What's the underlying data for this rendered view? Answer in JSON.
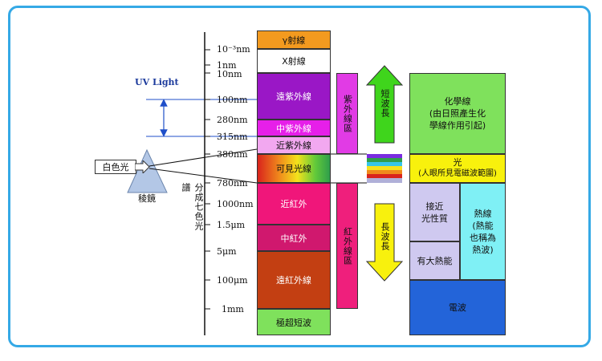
{
  "wavelength_ticks": [
    "10⁻³nm",
    "1nm",
    "10nm",
    "100nm",
    "280nm",
    "315nm",
    "380nm",
    "780nm",
    "1000nm",
    "1.5μm",
    "5μm",
    "100μm",
    "1mm"
  ],
  "uv_light_label": "UV Light",
  "white_light_label": "白色光",
  "prism_label": "稜鏡",
  "seven_colors_label": "分成七色光譜",
  "bands": {
    "gamma": "γ射線",
    "xray": "X射線",
    "far_uv": "遠紫外線",
    "mid_uv": "中紫外線",
    "near_uv": "近紫外線",
    "visible": "可見光線",
    "near_ir": "近紅外",
    "mid_ir": "中紅外",
    "far_ir": "遠紅外線",
    "ultra_short": "極超短波"
  },
  "uv_region_label": "紫外線區",
  "ir_region_label": "紅外線區",
  "short_wave_label": "短波長",
  "long_wave_label": "長波長",
  "right_boxes": {
    "chemical": [
      "化學線",
      "(由日照產生化",
      "學線作用引起)"
    ],
    "light": [
      "光",
      "(人眼所見電磁波範圍)"
    ],
    "light_nature": [
      "接近",
      "光性質"
    ],
    "heat_ray": [
      "熱線",
      "(熱能",
      "也稱為",
      "熱波)"
    ],
    "big_heat": [
      "有大熱能"
    ],
    "radio": [
      "電波"
    ]
  },
  "colors": {
    "frame": "#35a9e6",
    "gamma": "#f39a1f",
    "far_uv": "#9a17c6",
    "mid_uv": "#e61fe9",
    "near_uv": "#f2a8f0",
    "near_ir": "#f0167a",
    "mid_ir": "#d0186e",
    "far_ir": "#c33f12",
    "ultra_short": "#7fe15c",
    "uv_region": "#e13be5",
    "ir_region": "#ef1f7c",
    "green_arrow": "#3fd51c",
    "yellow_arrow": "#f8f10d",
    "chemical": "#7fe15c",
    "light_box": "#f8f10d",
    "light_nature": "#cfc9f0",
    "heat": "#7ff0f5",
    "radio": "#2364d9"
  }
}
